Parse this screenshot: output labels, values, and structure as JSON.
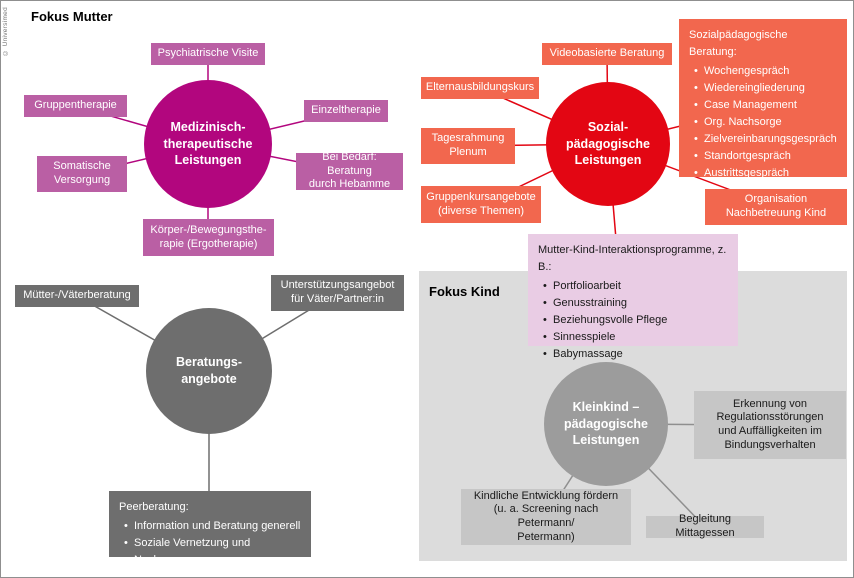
{
  "credit": "© Universimed",
  "mutter": {
    "section_label": "Fokus Mutter",
    "med": {
      "circle": "Medizinisch-\ntherapeutische\nLeistungen",
      "nodes": {
        "psychiatrische": "Psychiatrische Visite",
        "gruppentherapie": "Gruppentherapie",
        "einzeltherapie": "Einzeltherapie",
        "somatische": "Somatische\nVersorgung",
        "hebamme": "Bei Bedarf: Beratung\ndurch Hebamme",
        "koerper": "Körper-/Bewegungsthe-\nrapie (Ergotherapie)"
      }
    },
    "sozial": {
      "circle": "Sozial-\npädagogische\nLeistungen",
      "nodes": {
        "video": "Videobasierte Beratung",
        "eltern": "Elternausbildungskurs",
        "tagesrahmung": "Tagesrahmung\nPlenum",
        "gruppenkurs": "Gruppenkursangebote\n(diverse Themen)",
        "organisation": "Organisation\nNachbetreuung Kind"
      },
      "beratung_box": {
        "title": "Sozialpädagogische Beratung:",
        "bullets": [
          "Wochengespräch",
          "Wiedereingliederung",
          "Case Management",
          "Org. Nachsorge",
          "Zielvereinbarungsgespräch",
          "Standortgespräch",
          "Austrittsgespräch"
        ]
      },
      "interaktion_box": {
        "title": "Mutter-Kind-Interaktionsprogramme, z. B.:",
        "bullets": [
          "Portfolioarbeit",
          "Genusstraining",
          "Beziehungsvolle Pflege",
          "Sinnesspiele",
          "Babymassage"
        ]
      }
    },
    "beratung": {
      "circle": "Beratungs-\nangebote",
      "nodes": {
        "muetter": "Mütter-/Väterberatung",
        "unterstuetzung": "Unterstützungsangebot\nfür Väter/Partner:in"
      },
      "peer": {
        "title": "Peerberatung:",
        "bullets": [
          "Information und Beratung generell",
          "Soziale Vernetzung und Nachsorge"
        ]
      }
    }
  },
  "kind": {
    "section_label": "Fokus Kind",
    "kleinkind": {
      "circle": "Kleinkind –\npädagogische\nLeistungen",
      "nodes": {
        "erkennung": "Erkennung von\nRegulationsstörungen\nund Auffälligkeiten im\nBindungsverhalten",
        "entwicklung": "Kindliche Entwicklung fördern\n(u. a. Screening nach Petermann/\nPetermann)",
        "begleitung": "Begleitung Mittagessen"
      }
    }
  }
}
